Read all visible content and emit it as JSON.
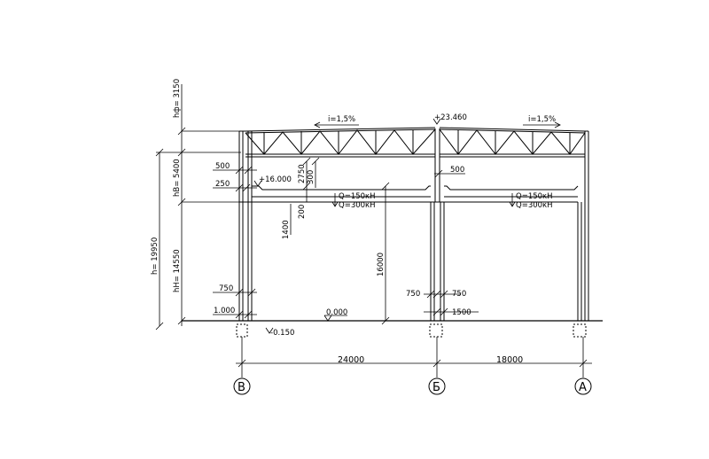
{
  "drawing": {
    "dims_horizontal": {
      "span_left": "24000",
      "span_right": "18000"
    },
    "axes": {
      "left": "В",
      "middle": "Б",
      "right": "А"
    },
    "elevations": {
      "ridge": "+23.460",
      "crane_rail": "+16.000",
      "floor": "0.000",
      "foundation": "-0.150"
    },
    "slopes": {
      "left": "i=1,5%",
      "right": "i=1,5%"
    },
    "vertical_dims": {
      "hf": "hф= 3150",
      "hv": "hВ= 5400",
      "hn": "hН= 14550",
      "h": "h= 19950",
      "rail_level": "16000",
      "beam_height": "1400",
      "d2750": "2750",
      "d200": "200",
      "d300": "300"
    },
    "small_dims": {
      "d500_left": "500",
      "d250": "250",
      "d750_left": "750",
      "d1000": "1.000",
      "d750_mid_left": "750",
      "d750_mid_right": "750",
      "d500_mid": "500",
      "d1500": "1500"
    },
    "loads": {
      "left_q1": "Q=150кН",
      "left_q2": "Q=300кН",
      "right_q1": "Q=150кН",
      "right_q2": "Q=300кН"
    }
  }
}
